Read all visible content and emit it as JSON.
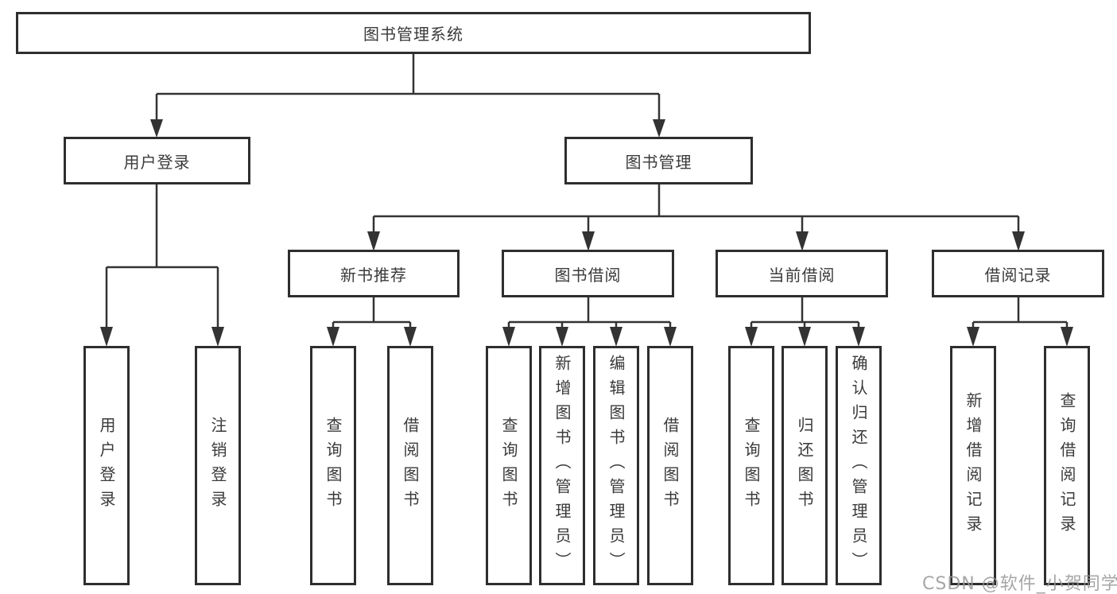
{
  "diagram": {
    "tree": {
      "root": {
        "label": "图书管理系统"
      },
      "branches": [
        {
          "label": "用户登录",
          "children": [
            {
              "label": "用户登录"
            },
            {
              "label": "注销登录"
            }
          ]
        },
        {
          "label": "图书管理",
          "children": [
            {
              "label": "新书推荐",
              "children": [
                {
                  "label": "查询图书"
                },
                {
                  "label": "借阅图书"
                }
              ]
            },
            {
              "label": "图书借阅",
              "children": [
                {
                  "label": "查询图书"
                },
                {
                  "label": "新增图书（管理员）"
                },
                {
                  "label": "编辑图书（管理员）"
                },
                {
                  "label": "借阅图书"
                }
              ]
            },
            {
              "label": "当前借阅",
              "children": [
                {
                  "label": "查询图书"
                },
                {
                  "label": "归还图书"
                },
                {
                  "label": "确认归还（管理员）"
                }
              ]
            },
            {
              "label": "借阅记录",
              "children": [
                {
                  "label": "新增借阅记录"
                },
                {
                  "label": "查询借阅记录"
                }
              ]
            }
          ]
        }
      ]
    },
    "colors": {
      "line": "#333333",
      "box_border": "#2e2e2e",
      "text": "#3a3a3a",
      "watermark": "#969696",
      "background": "#ffffff"
    }
  },
  "watermark": {
    "text": "CSDN @软件_小贺同学"
  }
}
